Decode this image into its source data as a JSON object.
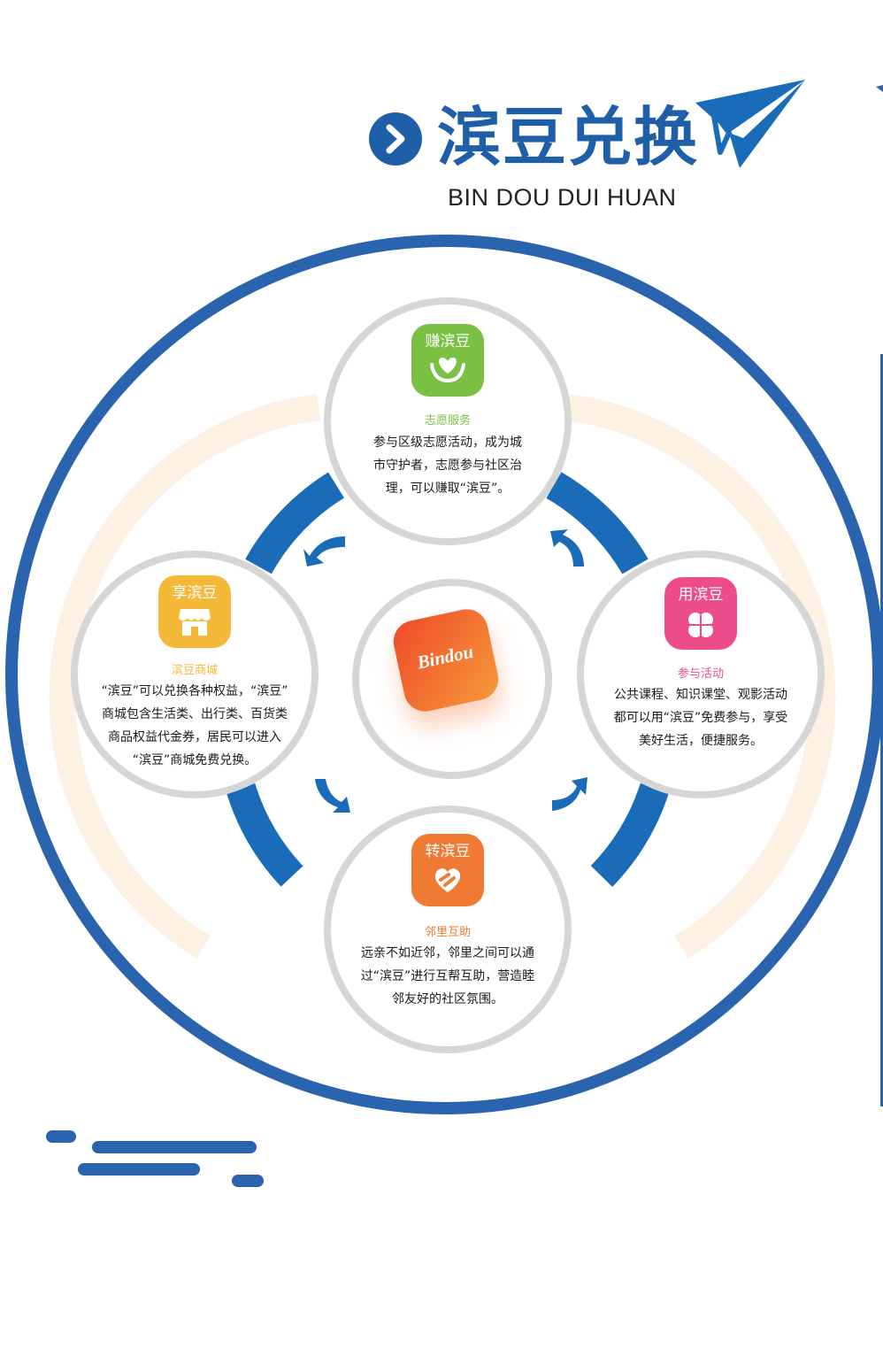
{
  "header": {
    "title": "滨豆兑换",
    "subtitle": "BIN DOU DUI HUAN"
  },
  "colors": {
    "brand_blue": "#1f5fa8",
    "ring_blue": "#2a63ae",
    "green": "#7ac043",
    "yellow": "#f5b93a",
    "pink": "#ec4c8a",
    "orange": "#f07a34",
    "grey_ring": "#d6d6d6",
    "peach_arc": "#fdf1e4"
  },
  "center": {
    "logo_text": "Bindou"
  },
  "nodes": {
    "earn": {
      "icon_label": "赚滨豆",
      "icon": "heart-hands-icon",
      "subtitle": "志愿服务",
      "desc_lines": [
        "参与区级志愿活动，成为城",
        "市守护者，志愿参与社区治",
        "理，可以赚取“滨豆”。"
      ]
    },
    "enjoy": {
      "icon_label": "享滨豆",
      "icon": "store-icon",
      "subtitle": "滨豆商城",
      "desc_lines": [
        "“滨豆”可以兑换各种权益，“滨豆”",
        "商城包含生活类、出行类、百货类",
        "商品权益代金券，居民可以进入",
        "“滨豆”商城免费兑换。"
      ]
    },
    "use": {
      "icon_label": "用滨豆",
      "icon": "clover-icon",
      "subtitle": "参与活动",
      "desc_lines": [
        "公共课程、知识课堂、观影活动",
        "都可以用“滨豆”免费参与，享受",
        "美好生活，便捷服务。"
      ]
    },
    "transfer": {
      "icon_label": "转滨豆",
      "icon": "heart-link-icon",
      "subtitle": "邻里互助",
      "desc_lines": [
        "远亲不如近邻，邻里之间可以通",
        "过“滨豆”进行互帮互助，营造睦",
        "邻友好的社区氛围。"
      ]
    }
  }
}
